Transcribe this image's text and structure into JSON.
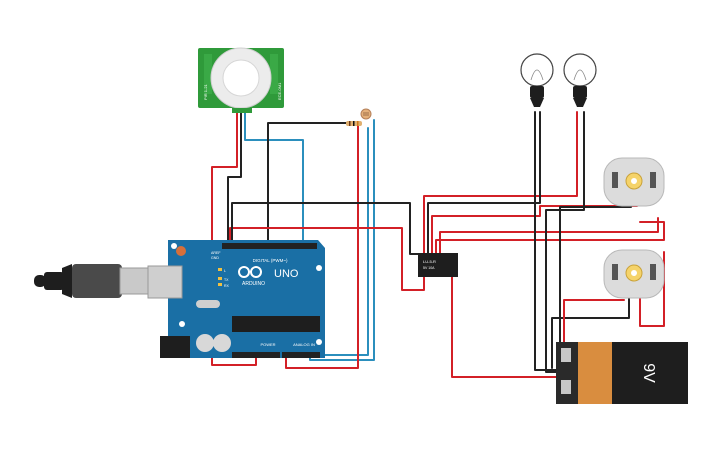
{
  "arduino": {
    "brand_text": "ARDUINO",
    "model_text": "UNO",
    "digital_header_label": "DIGITAL (PWM~)",
    "power_header_label": "POWER",
    "analog_header_label": "ANALOG IN",
    "tx_label": "TX",
    "rx_label": "RX",
    "l_label": "L",
    "aref_label": "AREF",
    "gnd_label": "GND"
  },
  "pir_sensor": {
    "left_text": "PIR 1-21",
    "right_text": "ECE-0M1"
  },
  "relay": {
    "line1": "LU-5-R",
    "line2": "5V 10A"
  },
  "battery": {
    "voltage_label": "9V"
  },
  "colors": {
    "wire_red": "#d32027",
    "wire_black": "#222222",
    "wire_blue": "#2b8fbd",
    "arduino_blue": "#1a6fa5",
    "pir_green": "#2f9a3a",
    "battery_orange": "#d98d3f",
    "battery_black": "#1e1e1e",
    "motor_gray": "#dcdcdc"
  }
}
